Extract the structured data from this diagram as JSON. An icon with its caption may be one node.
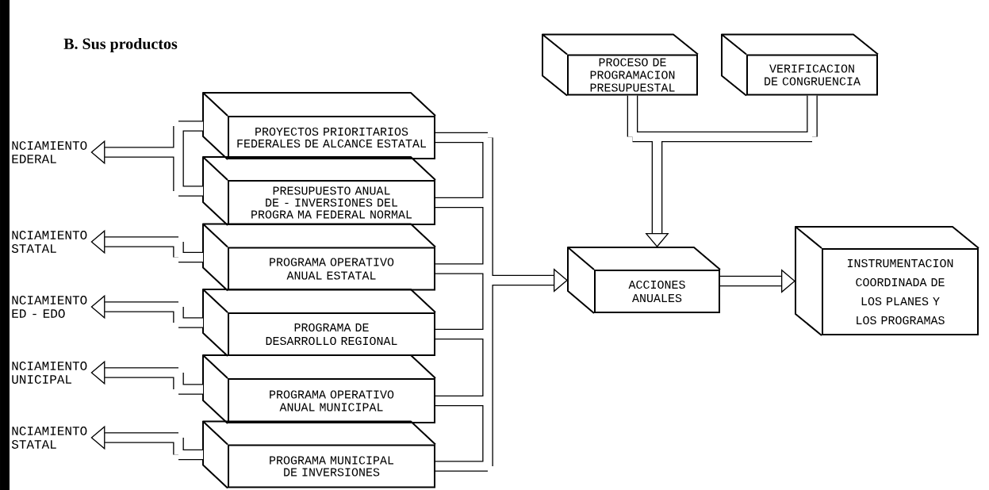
{
  "diagram": {
    "title": "B. Sus productos",
    "nodes": [
      {
        "text": [
          "NCIAMIENTO EDERAL"
        ]
      },
      {
        "text": [
          "NCIAMIENTO STATAL"
        ]
      },
      {
        "text": [
          "NCIAMIENTO ED - EDO"
        ]
      },
      {
        "text": [
          "NCIAMIENTO UNICIPAL"
        ]
      },
      {
        "text": [
          "NCIAMIENTO STATAL"
        ]
      },
      {
        "text": [
          "PROYECTOS PRIORITARIOS FEDERALES DE ALCANCE ESTATAL"
        ]
      },
      {
        "text": [
          "PRESUPUESTO ANUAL DE - INVERSIONES DEL PROGRA MA FEDERAL NORMAL"
        ]
      },
      {
        "text": [
          "PROGRAMA OPERATIVO ANUAL ESTATAL"
        ]
      },
      {
        "text": [
          "PROGRAMA DE DESARROLLO REGIONAL"
        ]
      },
      {
        "text": [
          "PROGRAMA OPERATIVO ANUAL MUNICIPAL"
        ]
      },
      {
        "text": [
          "PROGRAMA MUNICIPAL DE INVERSIONES"
        ]
      },
      {
        "text": [
          "PROCESO DE PROGRAMACION PRESUPUESTAL"
        ]
      },
      {
        "text": [
          "VERIFICACION DE CONGRUENCIA"
        ]
      },
      {
        "text": [
          "ACCIONES ANUALES"
        ]
      },
      {
        "text": [
          "INSTRUMENTACION COORDINADA DE LOS PLANES Y LOS PROGRAMAS"
        ]
      }
    ],
    "edges": [
      {
        "from": 5,
        "to": 0,
        "arrow": "to"
      },
      {
        "from": 6,
        "to": 0,
        "arrow": "to"
      },
      {
        "from": 7,
        "to": 1,
        "arrow": "to"
      },
      {
        "from": 8,
        "to": 2,
        "arrow": "to"
      },
      {
        "from": 9,
        "to": 3,
        "arrow": "to"
      },
      {
        "from": 10,
        "to": 4,
        "arrow": "to"
      },
      {
        "from": 5,
        "to": 13,
        "arrow": "to"
      },
      {
        "from": 6,
        "to": 13,
        "arrow": "to"
      },
      {
        "from": 7,
        "to": 13,
        "arrow": "to"
      },
      {
        "from": 8,
        "to": 13,
        "arrow": "to"
      },
      {
        "from": 9,
        "to": 13,
        "arrow": "to"
      },
      {
        "from": 10,
        "to": 13,
        "arrow": "to"
      },
      {
        "from": 11,
        "to": 13,
        "arrow": "to"
      },
      {
        "from": 12,
        "to": 13,
        "arrow": "to"
      },
      {
        "from": 13,
        "to": 14,
        "arrow": "to"
      }
    ]
  }
}
